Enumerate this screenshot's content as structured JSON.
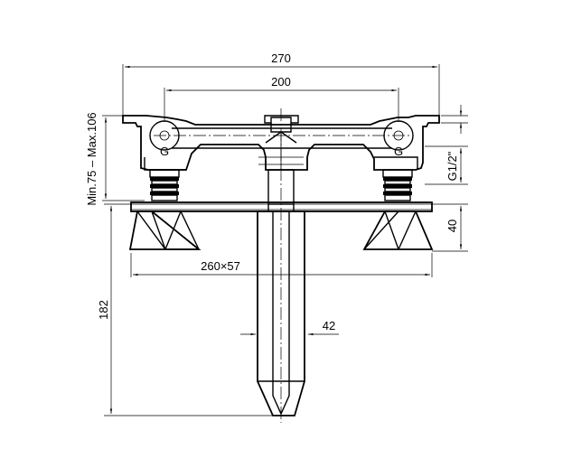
{
  "drawing": {
    "type": "technical-drawing",
    "dimensions": {
      "overall_width": "270",
      "center_distance": "200",
      "base_size": "260×57",
      "height_range": "Min.75 – Max.106",
      "connection_thread": "G1/2\"",
      "base_height": "40",
      "total_height": "182",
      "spout_width": "42"
    }
  }
}
